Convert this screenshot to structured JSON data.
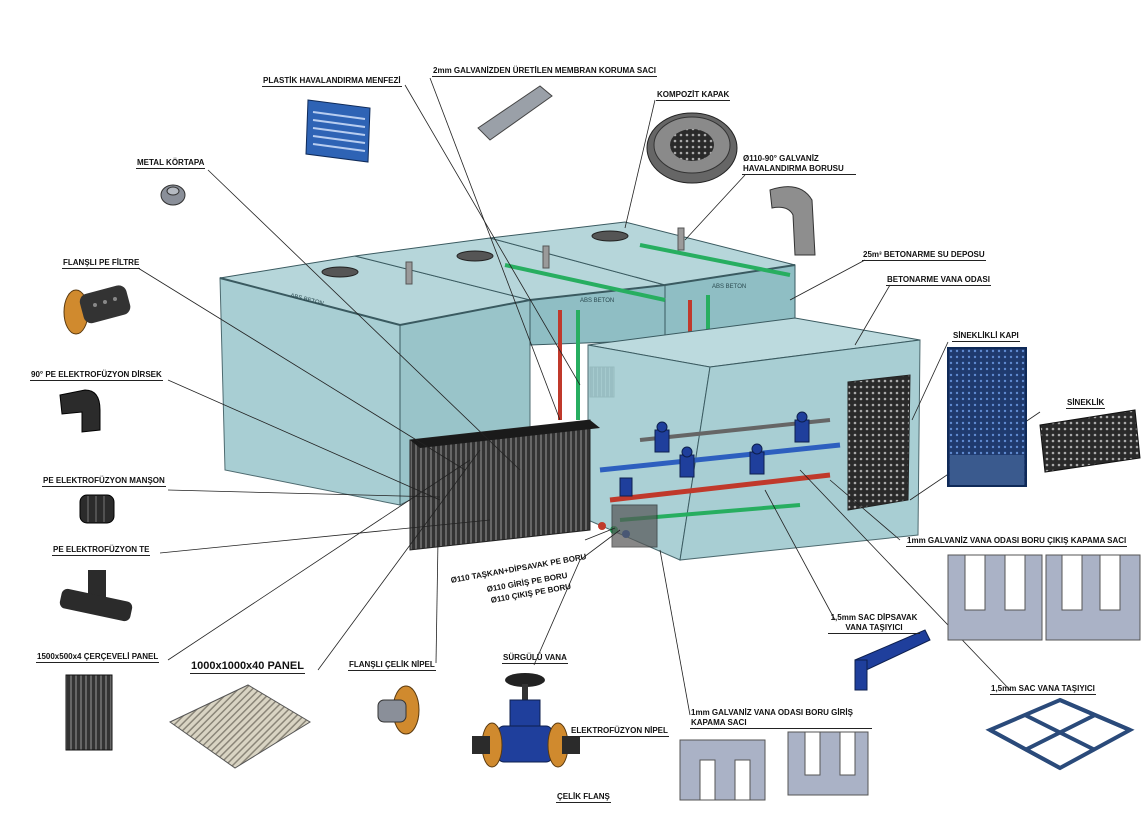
{
  "labels": {
    "plastik_havalandirma_menfezi": "PLASTİK HAVALANDIRMA MENFEZİ",
    "membran_koruma_saci": "2mm GALVANİZDEN ÜRETİLEN MEMBRAN KORUMA SACI",
    "kompozit_kapak": "KOMPOZİT KAPAK",
    "metal_kortapa": "METAL KÖRTAPA",
    "havalandirma_borusu_line1": "Ø110-90° GALVANİZ",
    "havalandirma_borusu_line2": "HAVALANDIRMA BORUSU",
    "flansli_pe_filtre": "FLANŞLI PE FİLTRE",
    "su_deposu": "25m³ BETONARME SU DEPOSU",
    "betonarme_vana_odasi": "BETONARME VANA ODASI",
    "pe_elektrofuzyon_dirsek": "90° PE ELEKTROFÜZYON DİRSEK",
    "sinekli_kapi": "SİNEKLİKLİ KAPI",
    "sineklik": "SİNEKLİK",
    "pe_elektrofuzyon_manson": "PE ELEKTROFÜZYON MANŞON",
    "cikis_kapama_saci": "1mm GALVANİZ VANA ODASI BORU ÇIKIŞ KAPAMA SACI",
    "pe_elektrofuzyon_te": "PE ELEKTROFÜZYON TE",
    "taskan_dipsavak_boru": "Ø110 TAŞKAN+DİPSAVAK PE BORU",
    "giris_pe_boru": "Ø110 GİRİŞ PE BORU",
    "cikis_pe_boru": "Ø110 ÇIKIŞ PE BORU",
    "dipsavak_vana_tasiyici_line1": "1,5mm SAC DİPSAVAK",
    "dipsavak_vana_tasiyici_line2": "VANA TAŞIYICI",
    "cerceveli_panel": "1500x500x4 ÇERÇEVELİ PANEL",
    "panel_1000": "1000x1000x40 PANEL",
    "flansli_celik_nipel": "FLANŞLI ÇELİK NİPEL",
    "surgulu_vana": "SÜRGÜLÜ VANA",
    "sac_vana_tasiyici": "1,5mm SAC VANA TAŞIYICI",
    "elektrofuzyon_nipel": "ELEKTROFÜZYON NİPEL",
    "giris_kapama_saci_line1": "1mm GALVANİZ VANA ODASI BORU GİRİŞ",
    "giris_kapama_saci_line2": "KAPAMA SACI",
    "celik_flans": "ÇELİK FLANŞ"
  },
  "tank_branding": "ABS BETON",
  "colors": {
    "tank_glass": "#9fc9cf",
    "tank_edge": "#3a5a60",
    "pipe_red": "#c0392b",
    "pipe_green": "#27ae60",
    "pipe_blue": "#2d5fbf",
    "valve_blue": "#1f3f9c",
    "metal": "#8a8f99",
    "flange_orange": "#d08a2e",
    "dark": "#222222"
  }
}
